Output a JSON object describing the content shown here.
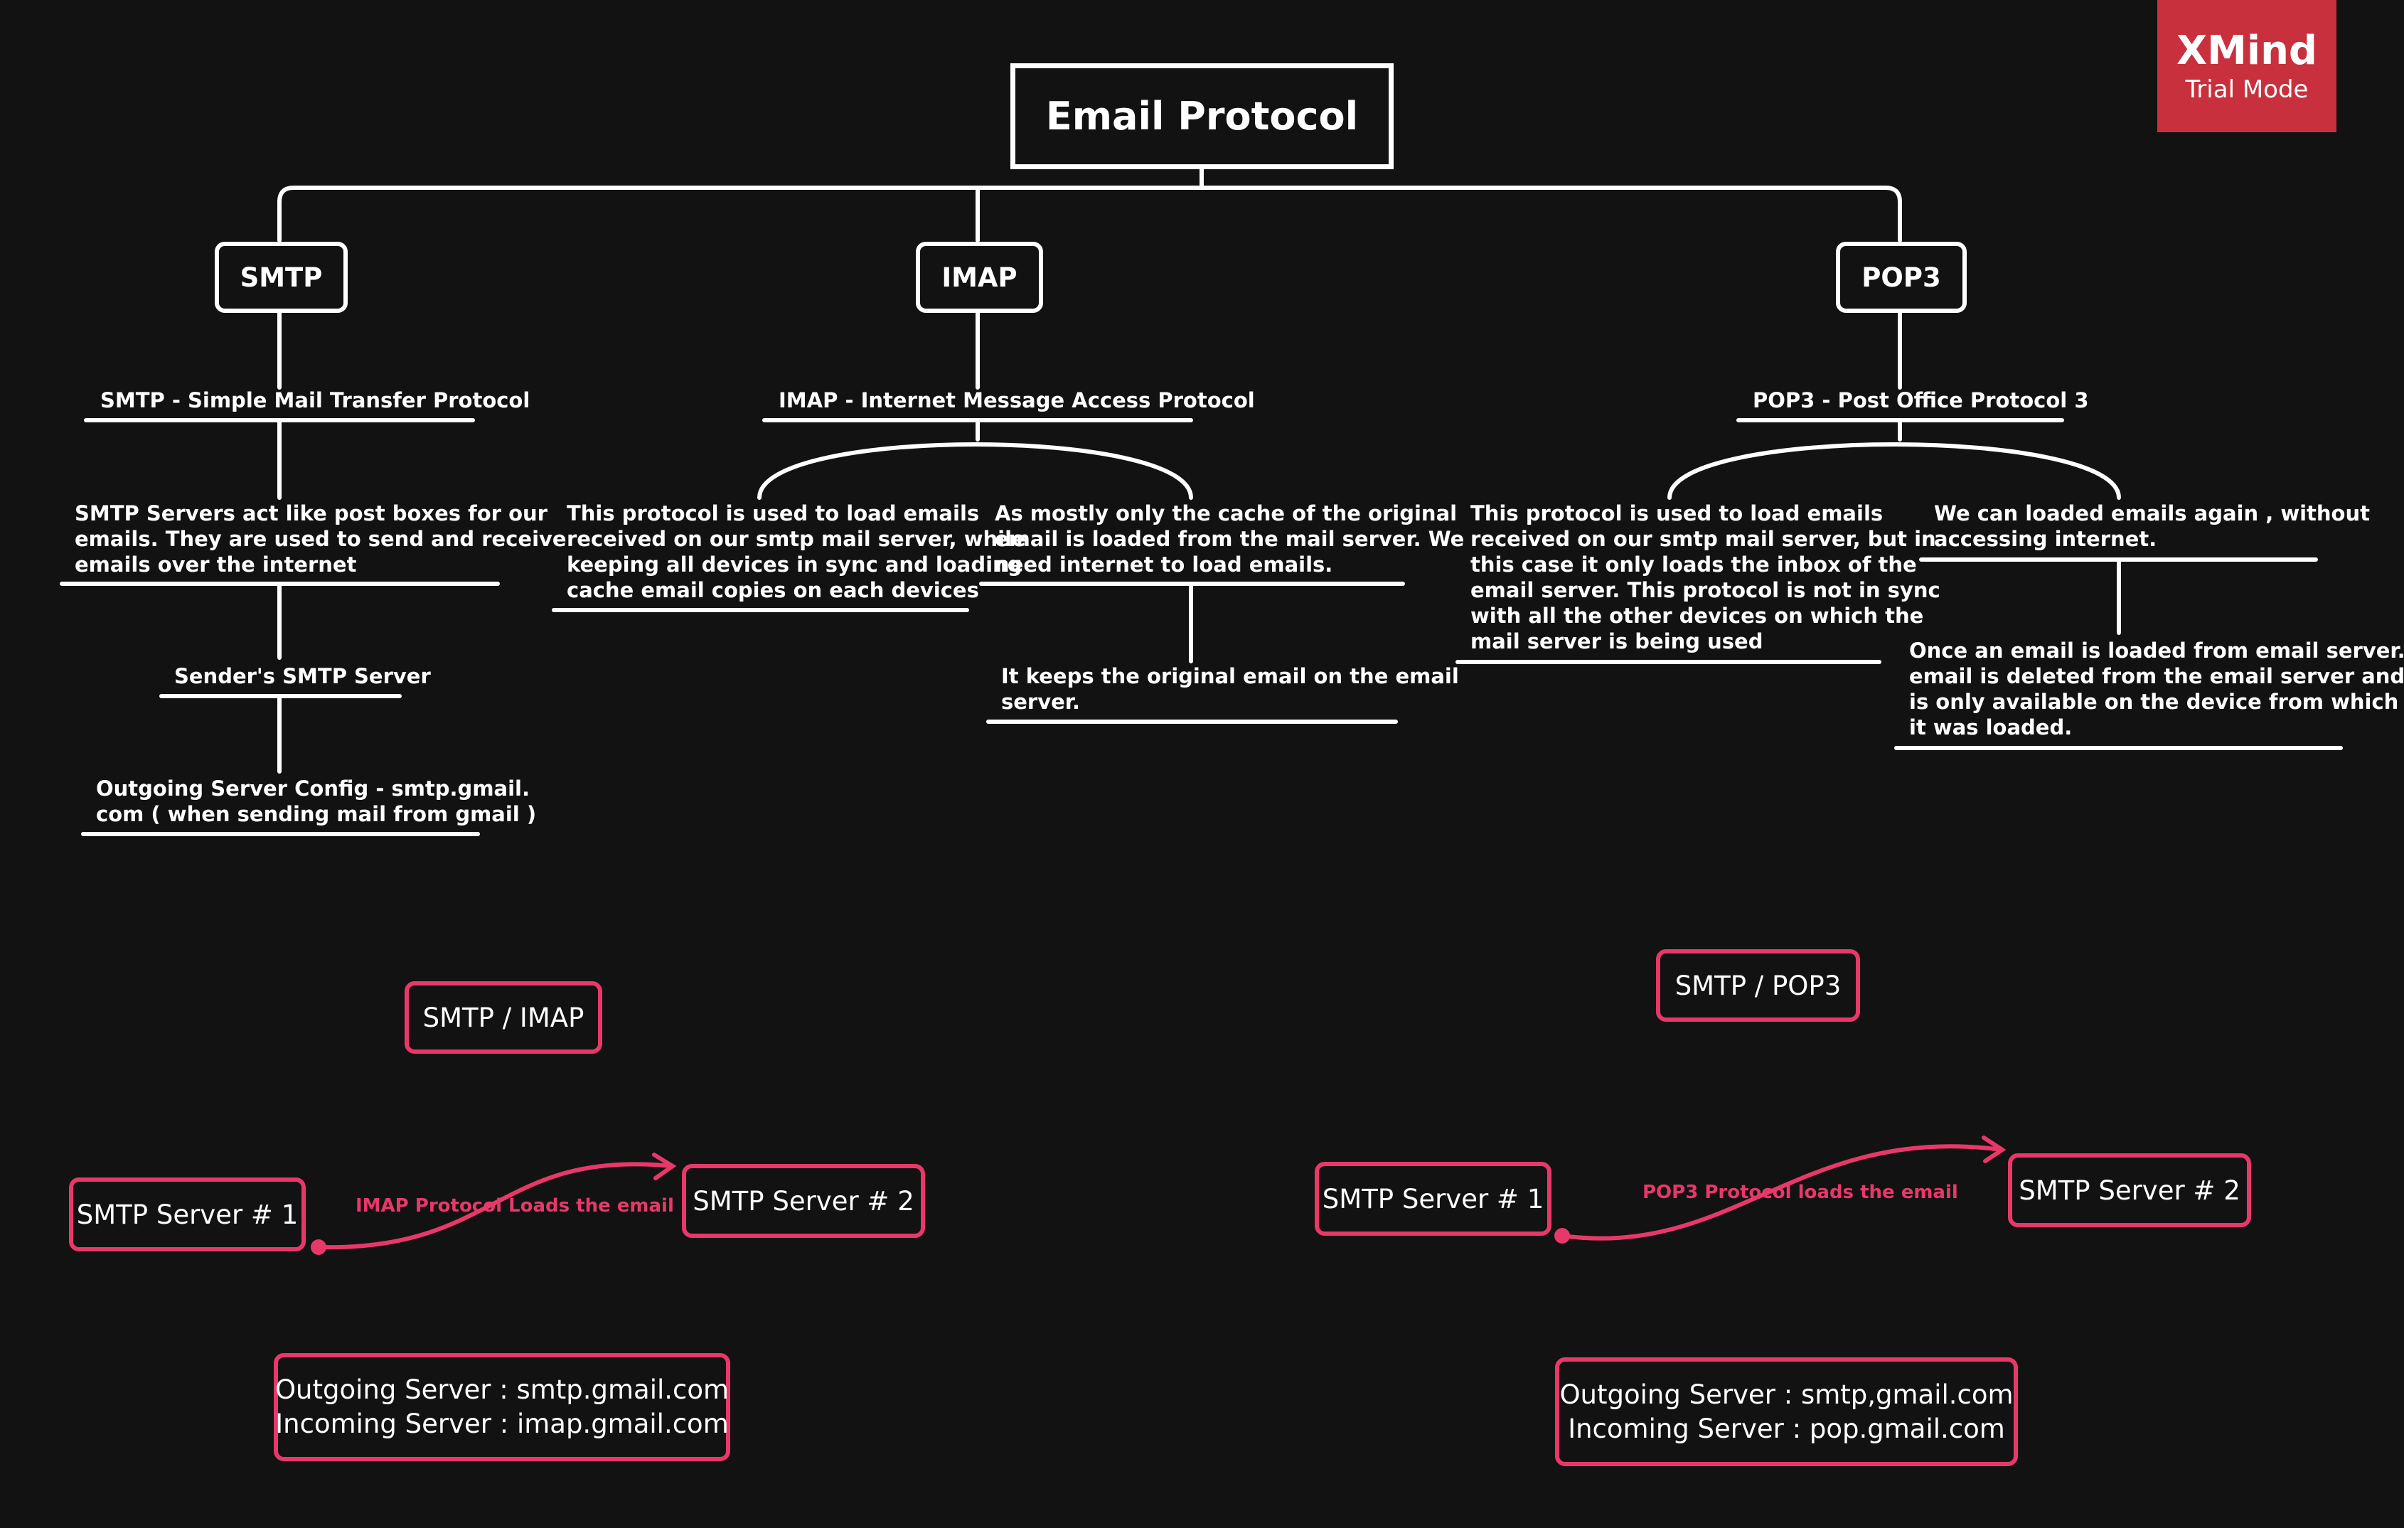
{
  "branding": {
    "name": "XMind",
    "mode": "Trial Mode"
  },
  "root": {
    "title": "Email Protocol"
  },
  "smtp": {
    "label": "SMTP",
    "full_name": "SMTP - Simple Mail Transfer Protocol",
    "desc_lines": [
      "SMTP Servers act like post boxes for our",
      "emails. They are used to send and receive",
      "emails over the internet"
    ],
    "server": "Sender's SMTP Server",
    "config_lines": [
      "Outgoing Server Config - smtp.gmail.",
      "com ( when sending mail from gmail )"
    ]
  },
  "imap": {
    "label": "IMAP",
    "full_name": "IMAP - Internet Message Access Protocol",
    "left_lines": [
      "This protocol is used to load emails",
      "received on our smtp mail server, while",
      "keeping all devices in sync and loading",
      "cache email copies on each devices"
    ],
    "right_lines": [
      "As mostly only the cache of the original",
      "email is loaded from the mail server. We",
      "need internet to load emails."
    ],
    "right_child_lines": [
      "It keeps the original email on the email",
      "server."
    ]
  },
  "pop3": {
    "label": "POP3",
    "full_name": "POP3 - Post Office Protocol 3",
    "left_lines": [
      "This protocol is used to load emails",
      "received on our smtp mail server, but in",
      "this case it only loads the inbox of the",
      "email server. This protocol is not in sync",
      "with all the other devices on which the",
      "mail server is being used"
    ],
    "right_lines": [
      "We can loaded emails again , without",
      "accessing internet."
    ],
    "right_child_lines": [
      "Once an email is loaded from email server.",
      "email is deleted from the email server and",
      "is only available on the device from which",
      "it was loaded."
    ]
  },
  "imap_flow": {
    "title": "SMTP / IMAP",
    "server1": "SMTP Server # 1",
    "server2": "SMTP Server # 2",
    "arrow_label": "IMAP Protocol Loads the email",
    "outgoing": "Outgoing Server : smtp.gmail.com",
    "incoming": "Incoming Server : imap.gmail.com"
  },
  "pop3_flow": {
    "title": "SMTP / POP3",
    "server1": "SMTP Server # 1",
    "server2": "SMTP Server # 2",
    "arrow_label": "POP3 Protocol loads the email",
    "outgoing": "Outgoing Server : smtp,gmail.com",
    "incoming": "Incoming Server : pop.gmail.com"
  },
  "colors": {
    "background": "#121212",
    "line": "#ffffff",
    "accent": "#e8386a",
    "badge": "#c8303d"
  }
}
